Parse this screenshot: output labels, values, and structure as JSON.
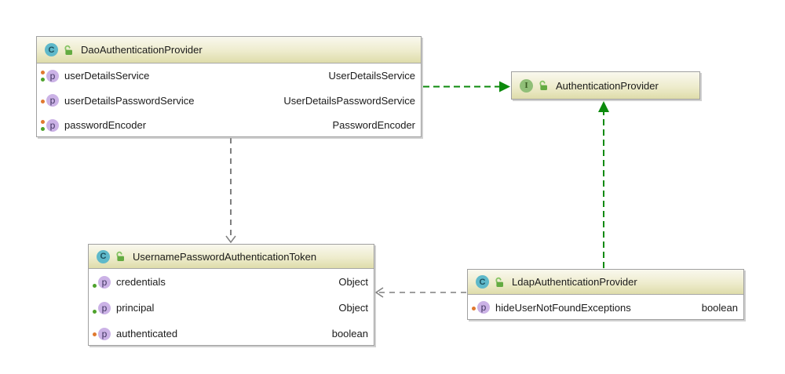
{
  "diagram": {
    "kind": "uml-class-diagram",
    "background_color": "#ffffff",
    "colors": {
      "box_header_gradient_top": "#f9f8ee",
      "box_header_gradient_bottom": "#dedcaa",
      "box_border": "#a0a0a0",
      "realization_edge": "#0c8a0c",
      "dependency_edge": "#7f7f7f",
      "class_icon_bg": "#5fb9ca",
      "interface_icon_bg": "#90bf78",
      "property_icon_bg": "#cbb2e6",
      "setter_indicator": "#e0792f",
      "getter_indicator": "#4ea22c",
      "lock_icon": "#63ab41"
    },
    "classes": [
      {
        "name": "DaoAuthenticationProvider",
        "kind": "class",
        "icons": [
          "class-icon",
          "unlocked-lock-icon"
        ],
        "members": [
          {
            "name": "userDetailsService",
            "type": "UserDetailsService",
            "icon": "property-icon",
            "indicators": [
              "setter",
              "getter"
            ]
          },
          {
            "name": "userDetailsPasswordService",
            "type": "UserDetailsPasswordService",
            "icon": "property-icon",
            "indicators": [
              "setter"
            ]
          },
          {
            "name": "passwordEncoder",
            "type": "PasswordEncoder",
            "icon": "property-icon",
            "indicators": [
              "setter",
              "getter"
            ]
          }
        ]
      },
      {
        "name": "AuthenticationProvider",
        "kind": "interface",
        "icons": [
          "interface-icon",
          "unlocked-lock-icon"
        ],
        "members": []
      },
      {
        "name": "UsernamePasswordAuthenticationToken",
        "kind": "class",
        "icons": [
          "class-icon",
          "unlocked-lock-icon"
        ],
        "members": [
          {
            "name": "credentials",
            "type": "Object",
            "icon": "property-icon",
            "indicators": [
              "getter"
            ]
          },
          {
            "name": "principal",
            "type": "Object",
            "icon": "property-icon",
            "indicators": [
              "getter"
            ]
          },
          {
            "name": "authenticated",
            "type": "boolean",
            "icon": "property-icon",
            "indicators": [
              "setter"
            ]
          }
        ]
      },
      {
        "name": "LdapAuthenticationProvider",
        "kind": "class",
        "icons": [
          "class-icon",
          "unlocked-lock-icon"
        ],
        "members": [
          {
            "name": "hideUserNotFoundExceptions",
            "type": "boolean",
            "icon": "property-icon",
            "indicators": [
              "setter"
            ]
          }
        ]
      }
    ],
    "relations": [
      {
        "from": "DaoAuthenticationProvider",
        "to": "AuthenticationProvider",
        "type": "realization",
        "style": "green-dashed-filled-triangle"
      },
      {
        "from": "LdapAuthenticationProvider",
        "to": "AuthenticationProvider",
        "type": "realization",
        "style": "green-dashed-filled-triangle"
      },
      {
        "from": "DaoAuthenticationProvider",
        "to": "UsernamePasswordAuthenticationToken",
        "type": "dependency",
        "style": "gray-dashed-open-arrow"
      },
      {
        "from": "LdapAuthenticationProvider",
        "to": "UsernamePasswordAuthenticationToken",
        "type": "dependency",
        "style": "gray-dashed-open-arrow"
      }
    ]
  }
}
